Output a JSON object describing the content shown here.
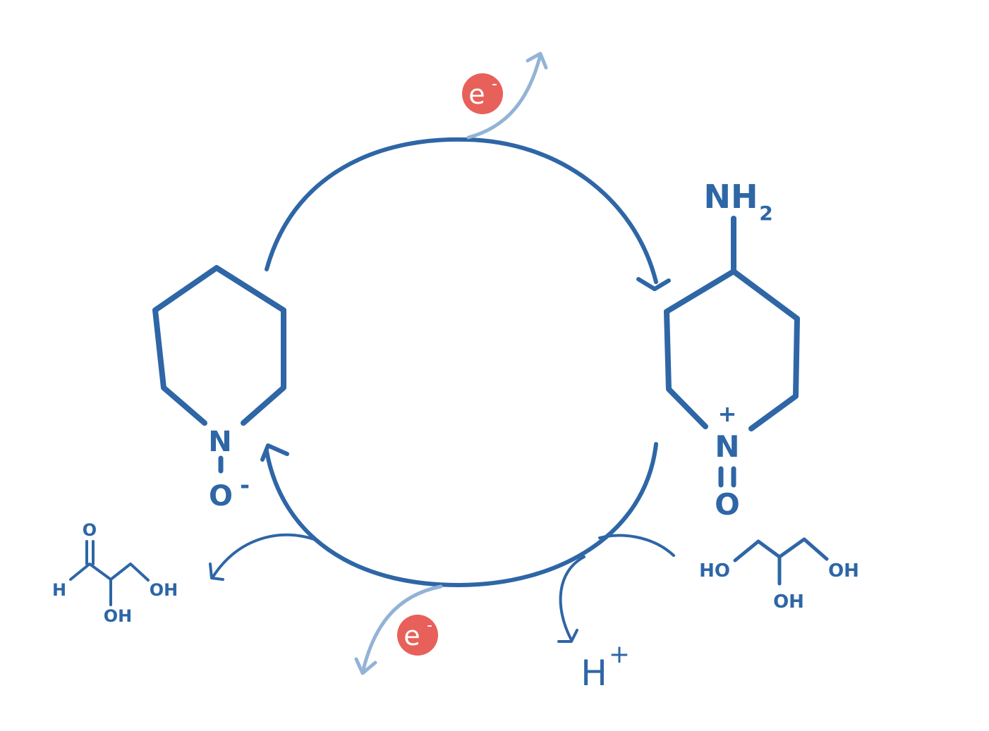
{
  "colors": {
    "primary": "#2e66a6",
    "electron_arrow": "#93b3d6",
    "electron_badge": "#e8605a",
    "background": "#ffffff"
  },
  "labels": {
    "electron_top": "e",
    "electron_top_charge": "-",
    "electron_bottom": "e",
    "electron_bottom_charge": "-",
    "proton": "H",
    "proton_charge": "+"
  },
  "hydroxylamine": {
    "nitrogen": "N",
    "oxygen": "O",
    "charge": "-"
  },
  "oxoammonium": {
    "substituent": "NH",
    "substituent_subscript": "2",
    "nitrogen": "N",
    "nitrogen_charge": "+",
    "oxygen": "O"
  },
  "glycerol": {
    "left_oh": "HO",
    "right_oh": "OH",
    "middle_oh": "OH"
  },
  "glyceraldehyde": {
    "aldehyde_h": "H",
    "carbonyl_o": "O",
    "middle_oh": "OH",
    "terminal_oh": "OH"
  }
}
